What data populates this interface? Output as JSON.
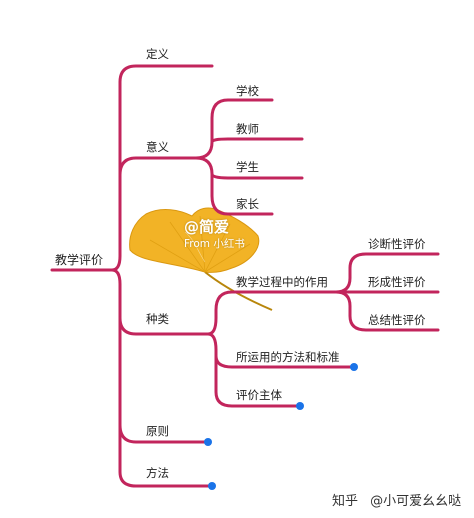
{
  "colors": {
    "branch": "#c2255c",
    "dot": "#1a73e8",
    "leaf": "#f2b01e",
    "leaf_dark": "#d99407",
    "text": "#222222"
  },
  "root": {
    "label": "教学评价"
  },
  "branches": {
    "definition": "定义",
    "meaning": "意义",
    "types": "种类",
    "principles": "原则",
    "methods": "方法"
  },
  "meaning_children": {
    "school": "学校",
    "teacher": "教师",
    "student": "学生",
    "parent": "家长"
  },
  "types_children": {
    "role": "教学过程中的作用",
    "methods_standards": "所运用的方法和标准",
    "subject": "评价主体"
  },
  "role_children": {
    "diagnostic": "诊断性评价",
    "formative": "形成性评价",
    "summative": "总结性评价"
  },
  "watermark": {
    "handle": "@简爱",
    "source": "From 小红书",
    "icon": "ginkgo-leaf-icon"
  },
  "footer": {
    "brand": "知乎",
    "author": "@小可爱幺幺哒"
  }
}
